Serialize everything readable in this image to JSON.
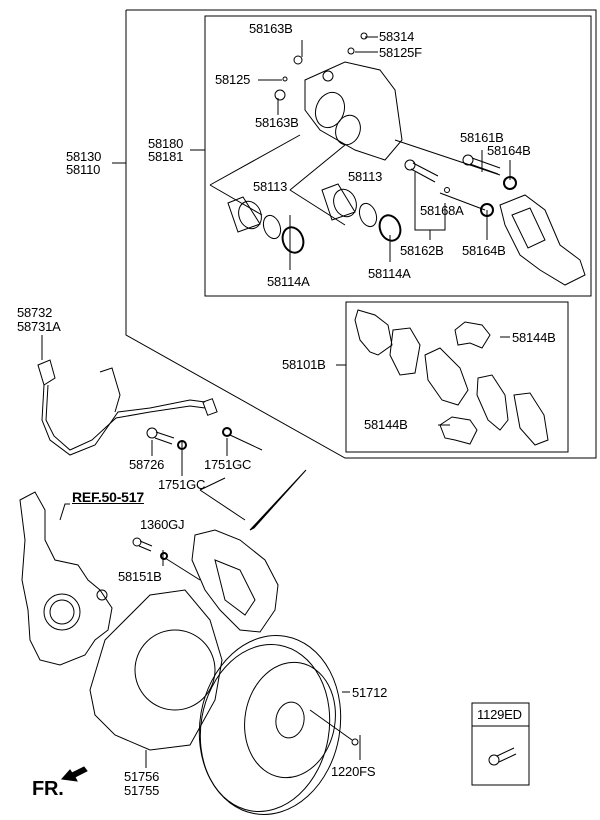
{
  "diagram": {
    "title": "Front Brake Assembly Parts Diagram",
    "colors": {
      "line": "#000000",
      "background": "#ffffff"
    },
    "reference_label": "REF.50-517",
    "direction_label": "FR.",
    "labels": {
      "p58163B_top": "58163B",
      "p58314": "58314",
      "p58125F": "58125F",
      "p58125": "58125",
      "p58163B_bottom": "58163B",
      "p58180": "58180",
      "p58181": "58181",
      "p58130": "58130",
      "p58110": "58110",
      "p58161B": "58161B",
      "p58164B_top": "58164B",
      "p58113_left": "58113",
      "p58113_right": "58113",
      "p58168A": "58168A",
      "p58162B": "58162B",
      "p58164B_bottom": "58164B",
      "p58114A_left": "58114A",
      "p58114A_right": "58114A",
      "p58732": "58732",
      "p58731A": "58731A",
      "p58101B": "58101B",
      "p58144B_top": "58144B",
      "p58144B_bottom": "58144B",
      "p58726": "58726",
      "p1751GC_right": "1751GC",
      "p1751GC_left": "1751GC",
      "p1360GJ": "1360GJ",
      "p58151B": "58151B",
      "p51712": "51712",
      "p1129ED": "1129ED",
      "p1220FS": "1220FS",
      "p51756": "51756",
      "p51755": "51755"
    }
  }
}
